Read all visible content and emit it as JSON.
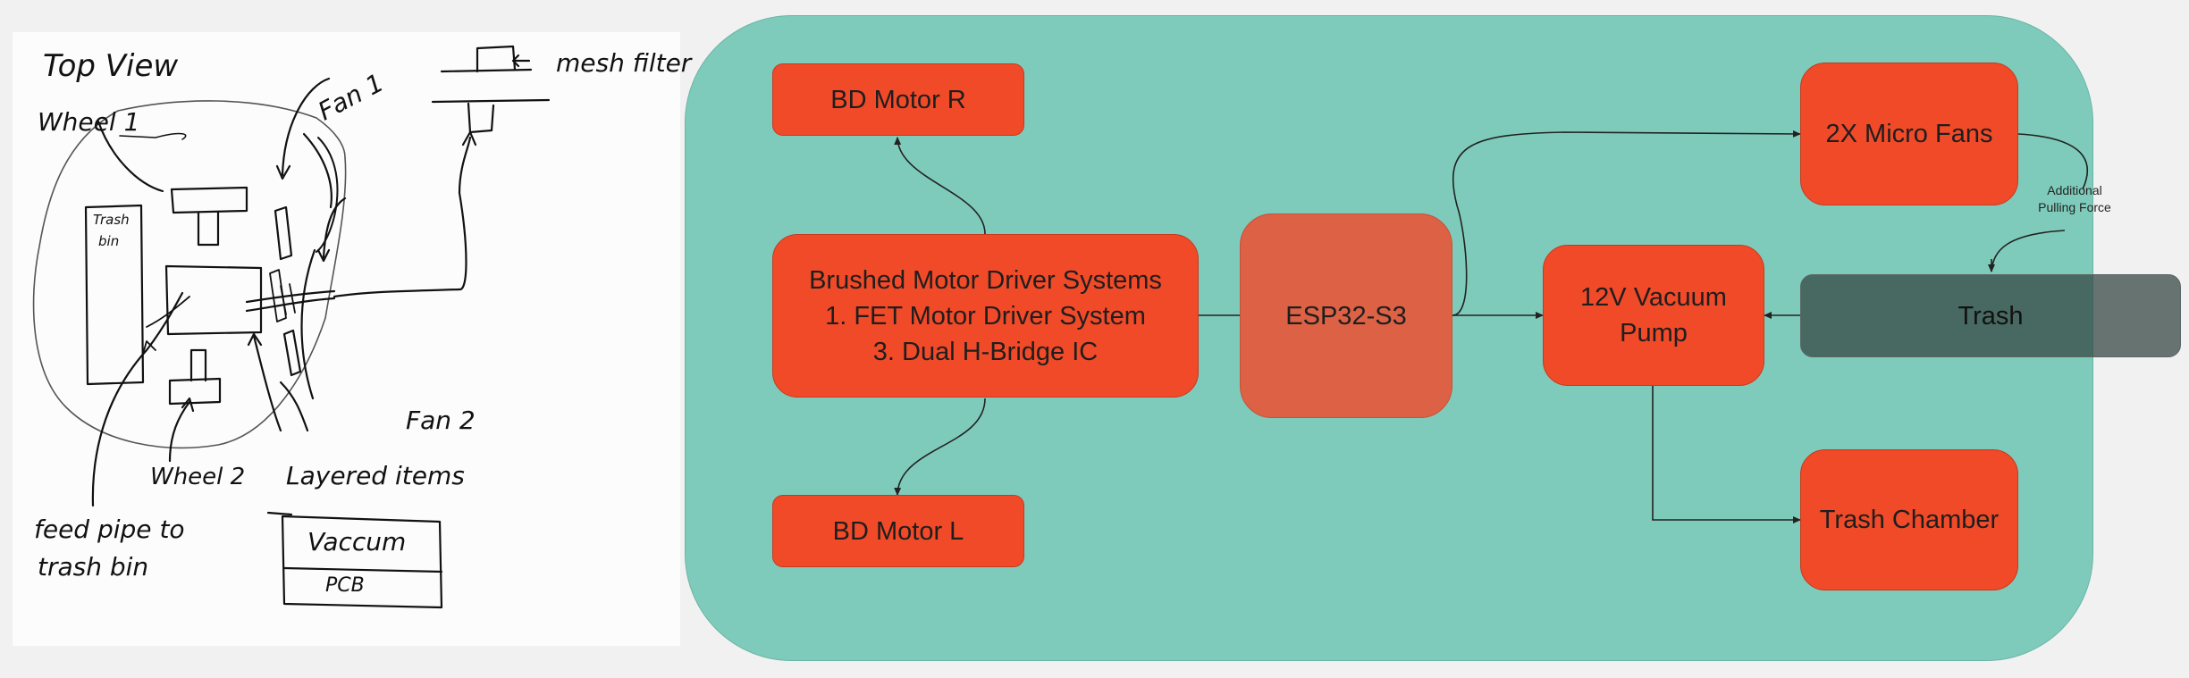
{
  "sketch": {
    "title": "Top View",
    "labels": {
      "wheel1": "Wheel 1",
      "fan1": "Fan 1",
      "mesh_filter": "mesh filter",
      "trash_bin_top": "Trash",
      "trash_bin_bottom": "bin",
      "fan2": "Fan 2",
      "wheel2": "Wheel 2",
      "layered_items": "Layered items",
      "feed_pipe_line1": "feed pipe to",
      "feed_pipe_line2": "trash bin",
      "layer_vacuum": "Vaccum",
      "layer_pcb": "PCB"
    }
  },
  "diagram": {
    "blocks": {
      "bd_motor_r": "BD Motor R",
      "motor_driver_line1": "Brushed Motor Driver Systems",
      "motor_driver_line2": "1. FET Motor Driver System",
      "motor_driver_line3": "3. Dual H-Bridge IC",
      "bd_motor_l": "BD Motor L",
      "esp32": "ESP32-S3",
      "vacuum_pump_line1": "12V Vacuum",
      "vacuum_pump_line2": "Pump",
      "micro_fans": "2X Micro Fans",
      "trash": "Trash",
      "trash_chamber": "Trash Chamber"
    },
    "annotation": {
      "line1": "Additional",
      "line2": "Pulling Force"
    },
    "colors": {
      "panel": "#7fcbbb",
      "block": "#f04a28",
      "esp32": "#dc6145",
      "trash": "#3f5a55",
      "connector": "#222222"
    }
  }
}
